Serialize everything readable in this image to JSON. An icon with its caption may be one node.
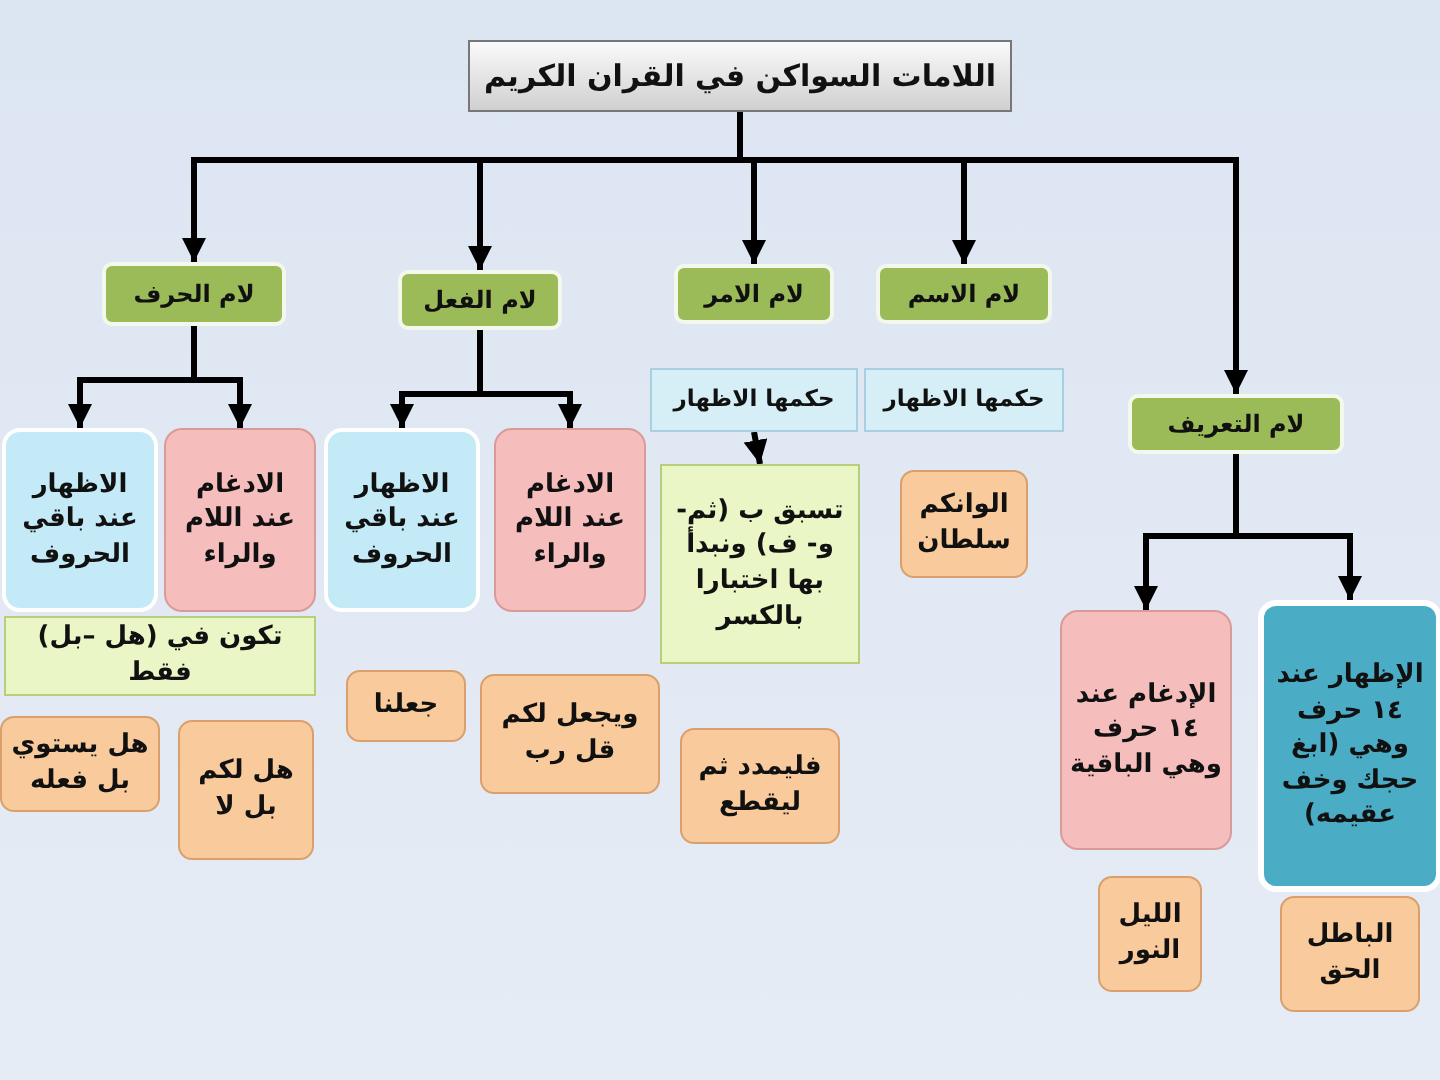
{
  "diagram": {
    "nodes": [
      {
        "text": [
          "اللامات السواكن في القران الكريم"
        ]
      },
      {
        "text": [
          "لام الحرف"
        ]
      },
      {
        "text": [
          "لام الفعل"
        ]
      },
      {
        "text": [
          "لام الامر"
        ]
      },
      {
        "text": [
          "لام الاسم"
        ]
      },
      {
        "text": [
          "لام التعريف"
        ]
      },
      {
        "text": [
          "حكمها الاظهار"
        ]
      },
      {
        "text": [
          "حكمها الاظهار"
        ]
      },
      {
        "text": [
          "الاظهار عند باقي الحروف"
        ]
      },
      {
        "text": [
          "الادغام عند اللام والراء"
        ]
      },
      {
        "text": [
          "الاظهار عند باقي الحروف"
        ]
      },
      {
        "text": [
          "الادغام عند اللام والراء"
        ]
      },
      {
        "text": [
          "تسبق ب (ثم- و- ف) ونبدأ بها اختبارا بالكسر"
        ]
      },
      {
        "text": [
          "الوانكم سلطان"
        ]
      },
      {
        "text": [
          "الإدغام عند ١٤ حرف وهي الباقية"
        ]
      },
      {
        "text": [
          "الإظهار عند ١٤ حرف وهي (ابغ حجك وخف عقيمه)"
        ]
      },
      {
        "text": [
          "تكون في (هل –بل) فقط"
        ]
      },
      {
        "text": [
          "هل يستوي بل فعله"
        ]
      },
      {
        "text": [
          "هل لكم بل لا"
        ]
      },
      {
        "text": [
          "جعلنا"
        ]
      },
      {
        "text": [
          "ويجعل لكم قل رب"
        ]
      },
      {
        "text": [
          "فليمدد ثم ليقطع"
        ]
      },
      {
        "text": [
          "الليل النور"
        ]
      },
      {
        "text": [
          "الباطل الحق"
        ]
      }
    ],
    "edges": [
      {
        "from": 0,
        "to": 1,
        "arrow": "to"
      },
      {
        "from": 0,
        "to": 2,
        "arrow": "to"
      },
      {
        "from": 0,
        "to": 3,
        "arrow": "to"
      },
      {
        "from": 0,
        "to": 4,
        "arrow": "to"
      },
      {
        "from": 0,
        "to": 5,
        "arrow": "to"
      },
      {
        "from": 1,
        "to": 8,
        "arrow": "to"
      },
      {
        "from": 1,
        "to": 9,
        "arrow": "to"
      },
      {
        "from": 2,
        "to": 10,
        "arrow": "to"
      },
      {
        "from": 2,
        "to": 11,
        "arrow": "to"
      },
      {
        "from": 6,
        "to": 12,
        "arrow": "to"
      },
      {
        "from": 5,
        "to": 14,
        "arrow": "to"
      },
      {
        "from": 5,
        "to": 15,
        "arrow": "to"
      }
    ]
  }
}
